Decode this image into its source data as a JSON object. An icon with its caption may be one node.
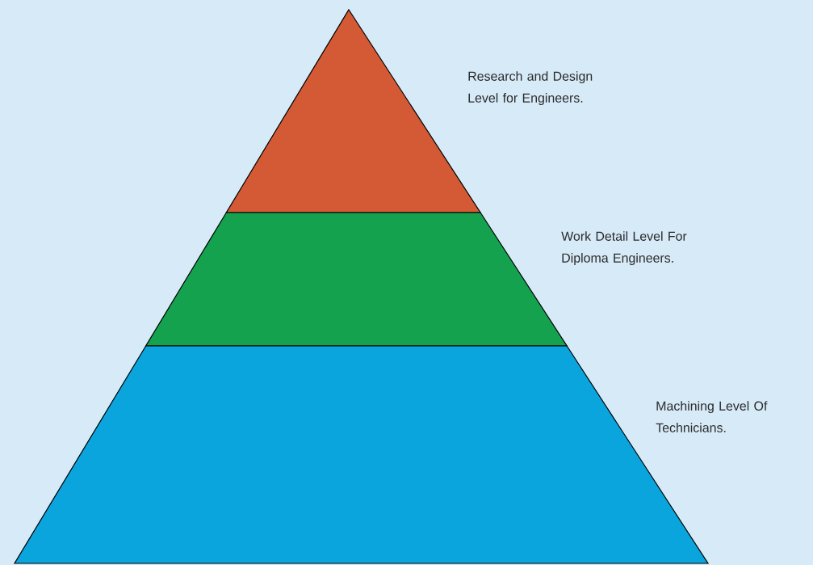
{
  "diagram": {
    "nodes": [
      {
        "text": [],
        "shape": "triangle",
        "beside": [
          "Research and Design Level for Engineers."
        ]
      },
      {
        "text": [],
        "shape": "trapezoid",
        "beside": [
          "Work Detail Level For Diploma Engineers."
        ]
      },
      {
        "text": [],
        "shape": "trapezoid",
        "beside": [
          "Machining Level Of Technicians."
        ]
      }
    ]
  }
}
